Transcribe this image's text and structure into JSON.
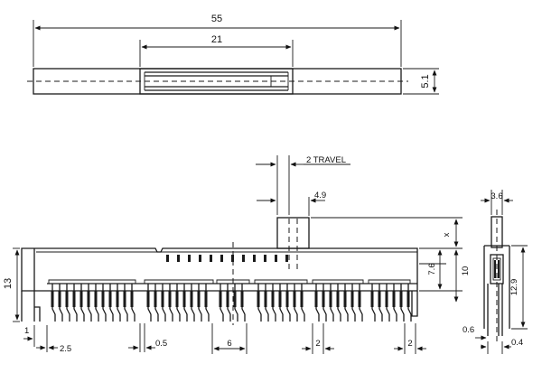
{
  "top_view": {
    "overall_length": "55",
    "center_length": "21",
    "height": "5.1"
  },
  "front_view": {
    "travel": "2 TRAVEL",
    "actuator_width": "4.9",
    "actuator_height": "x",
    "total_height": "13",
    "height_10": "10",
    "height_7_6": "7.6",
    "pin_offset": "1",
    "first_pin": "2.5",
    "pin_width": "0.5",
    "pitch_6": "6",
    "pitch_2_a": "2",
    "pitch_2_b": "2"
  },
  "side_view": {
    "top_width": "3.6",
    "height": "12.9",
    "left_offset": "0.6",
    "right_offset": "0.4"
  }
}
